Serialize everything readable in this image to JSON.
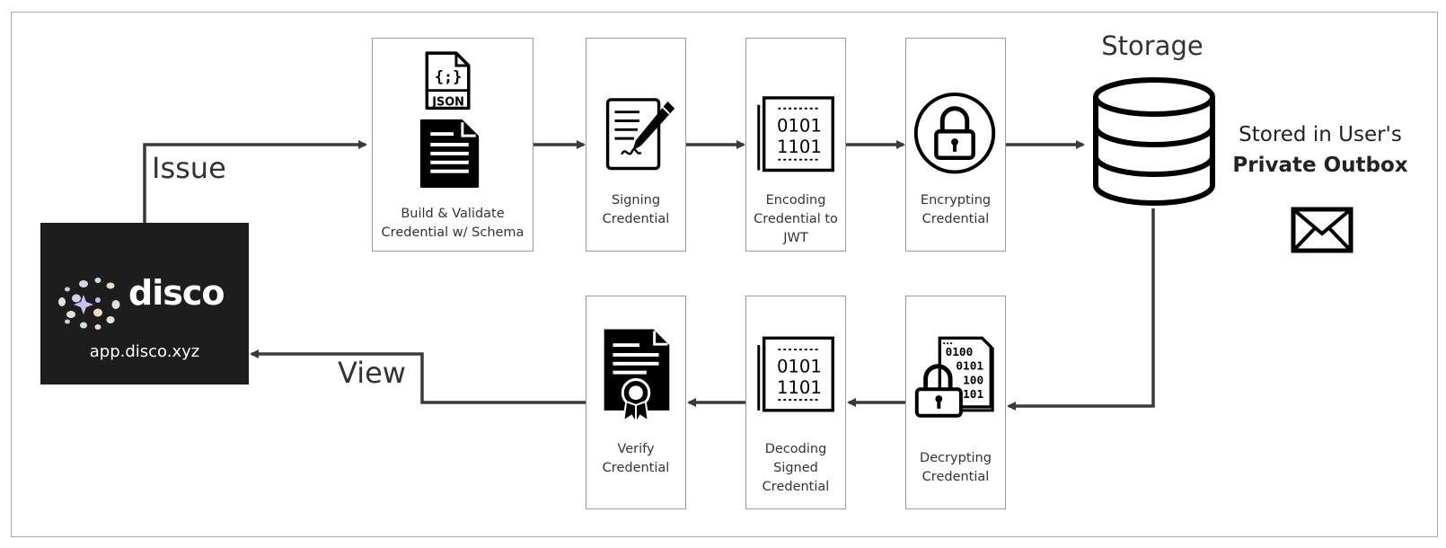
{
  "edges": {
    "issue_label": "Issue",
    "view_label": "View"
  },
  "app": {
    "name": "disco",
    "url": "app.disco.xyz"
  },
  "steps_top": [
    {
      "label": "Build & Validate\nCredential w/ Schema",
      "icons": [
        "json-file-icon",
        "document-icon"
      ]
    },
    {
      "label": "Signing\nCredential",
      "icons": [
        "signing-pen-icon"
      ]
    },
    {
      "label": "Encoding\nCredential to\nJWT",
      "icons": [
        "binary-code-icon"
      ]
    },
    {
      "label": "Encrypting\nCredential",
      "icons": [
        "padlock-circle-icon"
      ]
    }
  ],
  "steps_bottom": [
    {
      "label": "Decrypting\nCredential",
      "icons": [
        "encrypted-files-icon"
      ]
    },
    {
      "label": "Decoding\nSigned\nCredential",
      "icons": [
        "binary-code-icon"
      ]
    },
    {
      "label": "Verify\nCredential",
      "icons": [
        "certificate-icon"
      ]
    }
  ],
  "json_icon_text": "JSON",
  "binary_text": {
    "line1": "0101",
    "line2": "1101"
  },
  "encrypted_files_text": {
    "top": "0100",
    "line2": "0101",
    "line3": "100",
    "line4": "101"
  },
  "storage": {
    "title": "Storage",
    "icon": "database-icon"
  },
  "outbox": {
    "line1": "Stored in User's",
    "line2": "Private Outbox",
    "icon": "envelope-icon"
  },
  "colors": {
    "line": "#3a3a3a",
    "card_bg": "#1d1d1d",
    "border": "#9a9a9a"
  }
}
